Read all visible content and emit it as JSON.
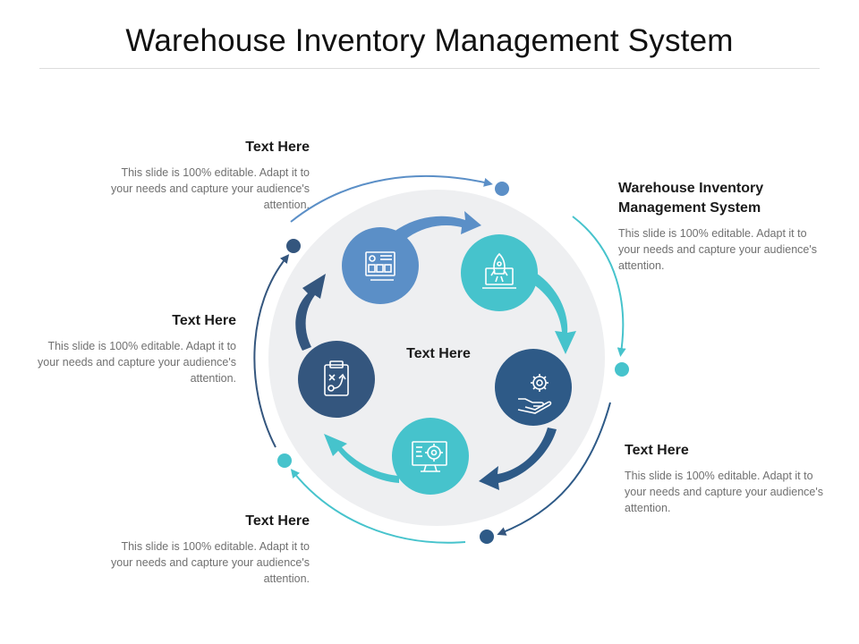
{
  "title": "Warehouse Inventory Management System",
  "center_label": "Text Here",
  "colors": {
    "light_blue": "#5b8fc7",
    "teal": "#46c3cc",
    "dark_blue": "#2e5a87",
    "navy": "#34567e",
    "background_disc": "#eeeff1"
  },
  "blocks": [
    {
      "heading": "Text Here",
      "body": "This slide is 100% editable. Adapt it to your needs and capture your audience's attention."
    },
    {
      "heading": "Warehouse Inventory Management System",
      "body": "This slide is 100% editable. Adapt it to your needs and capture your audience's attention."
    },
    {
      "heading": "Text Here",
      "body": "This slide is 100% editable. Adapt it to your needs and capture your audience's attention."
    },
    {
      "heading": "Text Here",
      "body": "This slide is 100% editable. Adapt it to your needs and capture your audience's attention."
    },
    {
      "heading": "Text Here",
      "body": "This slide is 100% editable. Adapt it to your needs and capture your audience's attention."
    }
  ],
  "icons": [
    "dashboard-board-icon",
    "rocket-laptop-icon",
    "hand-gear-icon",
    "monitor-gear-icon",
    "clipboard-strategy-icon"
  ]
}
